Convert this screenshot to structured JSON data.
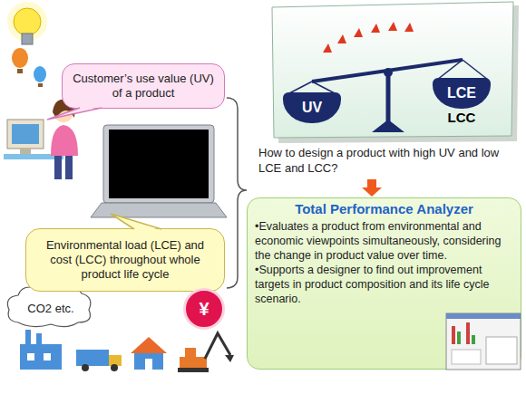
{
  "diagram": {
    "nodes": [
      {
        "text": [
          "UV"
        ]
      },
      {
        "text": [
          "LCE",
          "LCC"
        ]
      },
      {
        "text": [
          "Customer’s use value (UV) of a product"
        ]
      },
      {
        "text": [
          "Total Performance Analyzer",
          "•Evaluates a product from environmental and economic viewpoints simultaneously, considering the change in product value over time.",
          "•Supports a designer to find out improvement targets in product composition and its life cycle scenario."
        ]
      },
      {
        "text": [
          "Environmental load (LCE) and cost (LCC) throughout whole product life cycle"
        ]
      },
      {
        "text": [
          "CO2 etc."
        ]
      },
      {
        "text": [
          "¥"
        ]
      }
    ],
    "labels": [
      "How to design a product with high UV and low LCE and LCC?"
    ]
  }
}
